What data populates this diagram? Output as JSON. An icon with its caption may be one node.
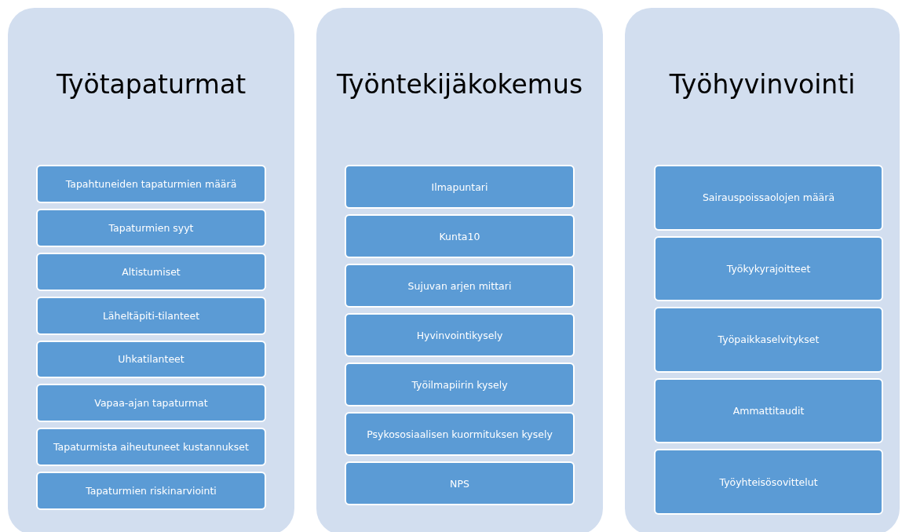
{
  "diagram": {
    "nodes": [
      {
        "text": [
          "Työtapaturmat"
        ]
      },
      {
        "text": [
          "Tapahtuneiden tapaturmien määrä"
        ],
        "in": 0
      },
      {
        "text": [
          "Tapaturmien syyt"
        ],
        "in": 0
      },
      {
        "text": [
          "Altistumiset"
        ],
        "in": 0
      },
      {
        "text": [
          "Läheltäpiti-tilanteet"
        ],
        "in": 0
      },
      {
        "text": [
          "Uhkatilanteet"
        ],
        "in": 0
      },
      {
        "text": [
          "Vapaa-ajan tapaturmat"
        ],
        "in": 0
      },
      {
        "text": [
          "Tapaturmista aiheutuneet kustannukset"
        ],
        "in": 0
      },
      {
        "text": [
          "Tapaturmien riskinarviointi"
        ],
        "in": 0
      },
      {
        "text": [
          "Työntekijäkokemus"
        ]
      },
      {
        "text": [
          "Ilmapuntari"
        ],
        "in": 9
      },
      {
        "text": [
          "Kunta10"
        ],
        "in": 9
      },
      {
        "text": [
          "Sujuvan arjen mittari"
        ],
        "in": 9
      },
      {
        "text": [
          "Hyvinvointikysely"
        ],
        "in": 9
      },
      {
        "text": [
          "Työilmapiirin kysely"
        ],
        "in": 9
      },
      {
        "text": [
          "Psykososiaalisen kuormituksen kysely"
        ],
        "in": 9
      },
      {
        "text": [
          "NPS"
        ],
        "in": 9
      },
      {
        "text": [
          "Työhyvinvointi"
        ]
      },
      {
        "text": [
          "Sairauspoissaolojen määrä"
        ],
        "in": 17
      },
      {
        "text": [
          "Työkykyrajoitteet"
        ],
        "in": 17
      },
      {
        "text": [
          "Työpaikkaselvitykset"
        ],
        "in": 17
      },
      {
        "text": [
          "Ammattitaudit"
        ],
        "in": 17
      },
      {
        "text": [
          "Työyhteisösovittelut"
        ],
        "in": 17
      }
    ]
  }
}
